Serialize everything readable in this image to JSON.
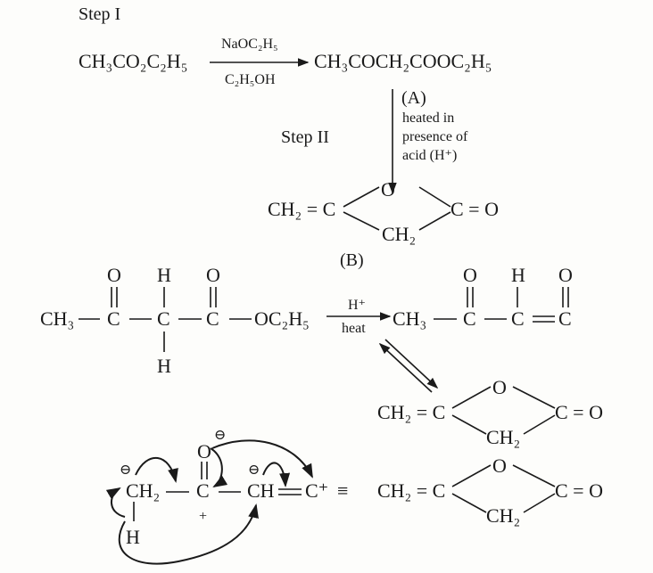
{
  "step1": {
    "label": "Step I",
    "reactant": "CH₃CO₂C₂H₅",
    "reagent_top": "NaOC₂H₅",
    "reagent_bottom": "C₂H₅OH",
    "product": "CH₃COCH₂COOC₂H₅",
    "product_tag": "(A)"
  },
  "step2": {
    "label": "Step II",
    "condition_lines": [
      "heated in",
      "presence of",
      "acid (H⁺)"
    ],
    "ring": {
      "left": "CH₂ = C",
      "o": "O",
      "right": "C = O",
      "bottom": "CH₂"
    },
    "product_tag": "(B)"
  },
  "mechanism": {
    "row1": {
      "ch3": "CH₃",
      "c": "C",
      "o": "O",
      "h": "H",
      "oet": "OC₂H₅",
      "bond": "—"
    },
    "arrow_top": "H⁺",
    "arrow_bottom": "heat",
    "ketene": {
      "ch3": "CH₃",
      "c": "C",
      "o": "O",
      "h": "H"
    },
    "ring": {
      "left": "CH₂ = C",
      "o": "O",
      "right": "C = O",
      "bottom": "CH₂"
    },
    "row3": {
      "ch2": "CH₂",
      "c": "C",
      "ch": "CH",
      "cplus": "C⁺",
      "equiv": "≡",
      "o": "O",
      "h": "H",
      "minus": "⊖",
      "plus": "+"
    },
    "ring2": {
      "left": "CH₂ = C",
      "o": "O",
      "right": "C = O",
      "bottom": "CH₂"
    }
  }
}
